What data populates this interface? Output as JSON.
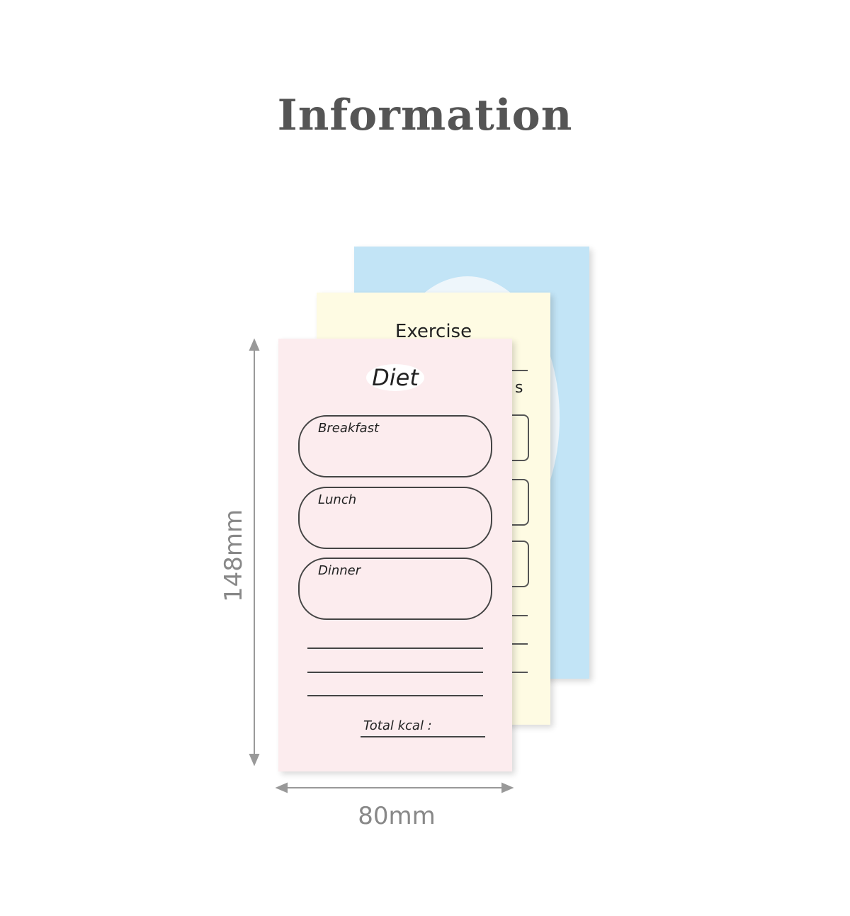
{
  "header": {
    "title": "Information"
  },
  "cards": {
    "exercise": {
      "title": "Exercise",
      "partial_label": "s"
    },
    "diet": {
      "title": "Diet",
      "meals": [
        "Breakfast",
        "Lunch",
        "Dinner"
      ],
      "total_label": "Total kcal :"
    }
  },
  "dimensions": {
    "height": "148mm",
    "width": "80mm"
  },
  "colors": {
    "blue": "#c2e4f6",
    "yellow": "#fefbe3",
    "pink": "#fcecee"
  }
}
